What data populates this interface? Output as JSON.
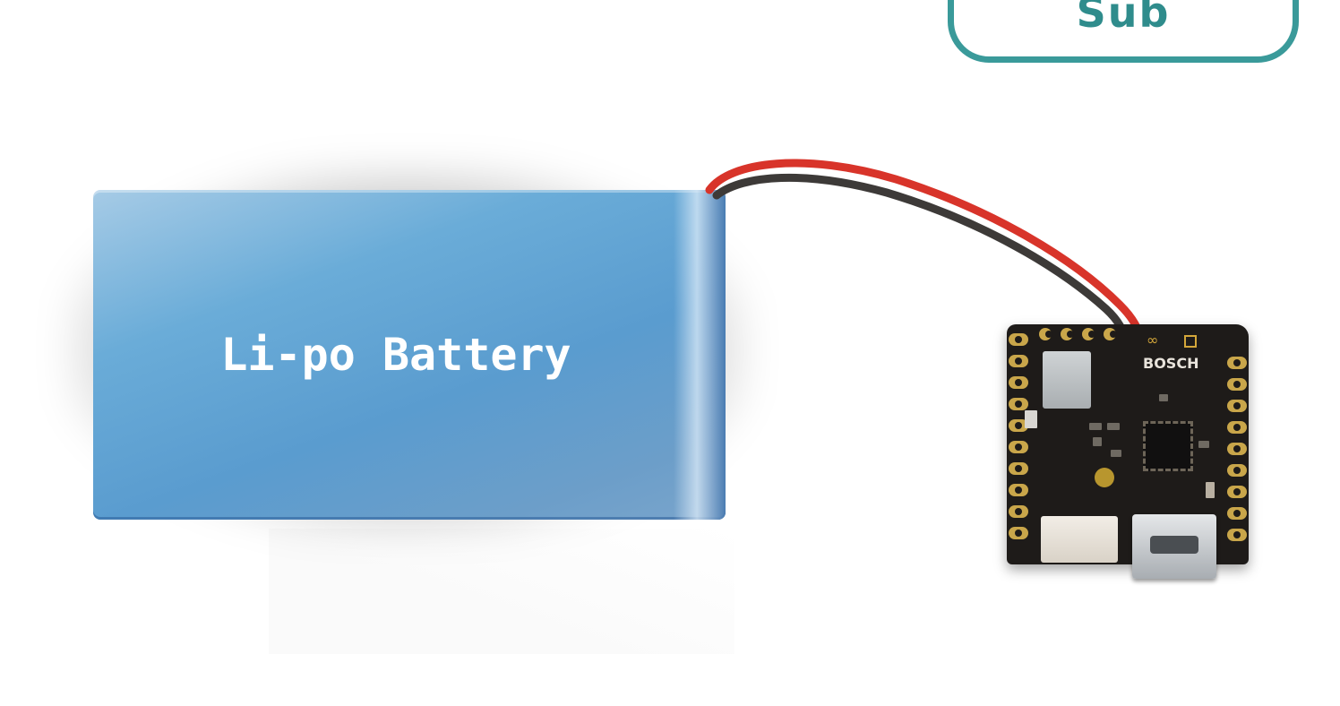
{
  "badge": {
    "text": "Sub"
  },
  "battery": {
    "label": "Li-po Battery",
    "color": "#5a9ccf"
  },
  "cable": {
    "wire_colors": [
      "#d8342a",
      "#3a3a3a"
    ]
  },
  "board": {
    "silkscreen": "BOSCH",
    "logo": "∞"
  },
  "colors": {
    "accent": "#3a9a9a",
    "board": "#1e1b19",
    "pads": "#c9a64a"
  }
}
